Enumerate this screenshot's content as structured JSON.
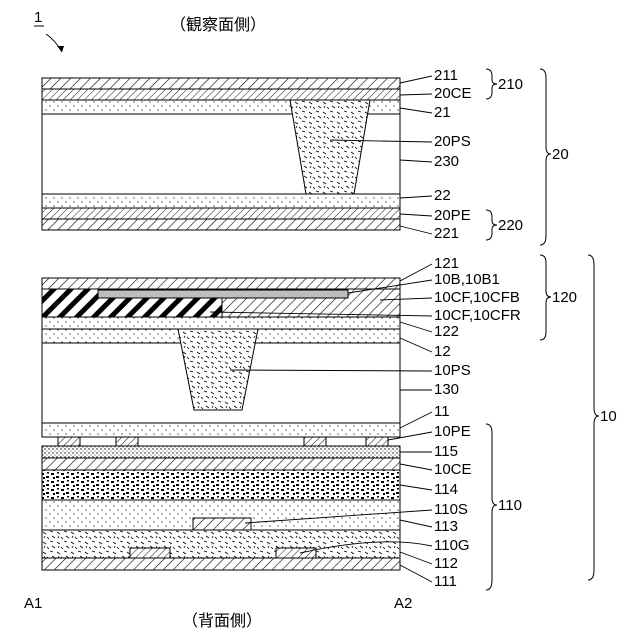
{
  "figure_number": "1",
  "top_caption": "（観察面側）",
  "bottom_caption": "（背面側）",
  "corner_left": "A1",
  "corner_right": "A2",
  "layer_labels": {
    "l211": "211",
    "l20ce": "20CE",
    "l21": "21",
    "l20ps": "20PS",
    "l230": "230",
    "l22": "22",
    "l20pe": "20PE",
    "l221": "221",
    "l121": "121",
    "l10b": "10B,10B1",
    "l10cfb": "10CF,10CFB",
    "l10cfr": "10CF,10CFR",
    "l122": "122",
    "l12": "12",
    "l10ps": "10PS",
    "l130": "130",
    "l11": "11",
    "l10pe": "10PE",
    "l115": "115",
    "l10ce": "10CE",
    "l114": "114",
    "l110s": "110S",
    "l113": "113",
    "l110g": "110G",
    "l112": "112",
    "l111": "111"
  },
  "group_labels": {
    "g210": "210",
    "g20": "20",
    "g220": "220",
    "g120": "120",
    "g10": "10",
    "g110": "110"
  }
}
